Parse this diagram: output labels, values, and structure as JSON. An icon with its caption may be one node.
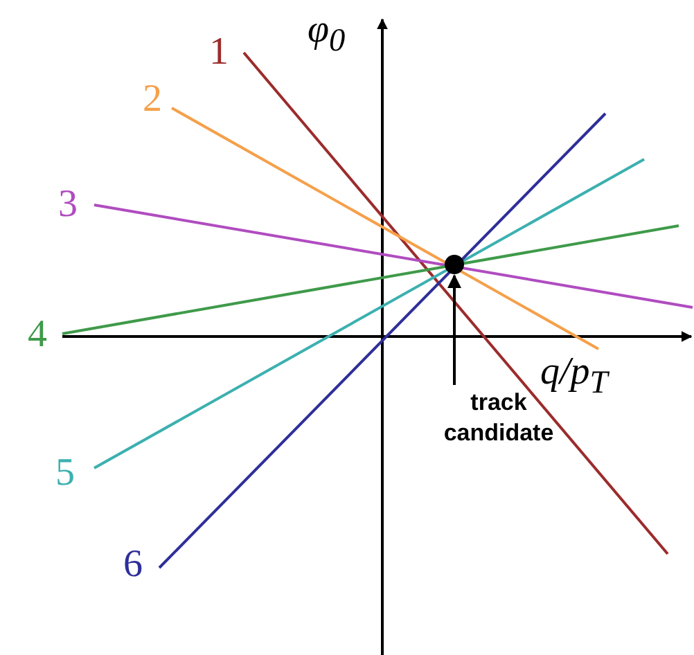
{
  "diagram": {
    "nodes": [
      {
        "text": [
          "track candidate"
        ]
      },
      {
        "text": [],
        "shape": "circle"
      }
    ],
    "edges": [
      {
        "from": 0,
        "to": 1,
        "arrow": "to"
      }
    ],
    "labels": [
      "1",
      "2",
      "3",
      "4",
      "5",
      "6",
      "φ$_{0}$",
      "q/p$_{T}$"
    ]
  }
}
